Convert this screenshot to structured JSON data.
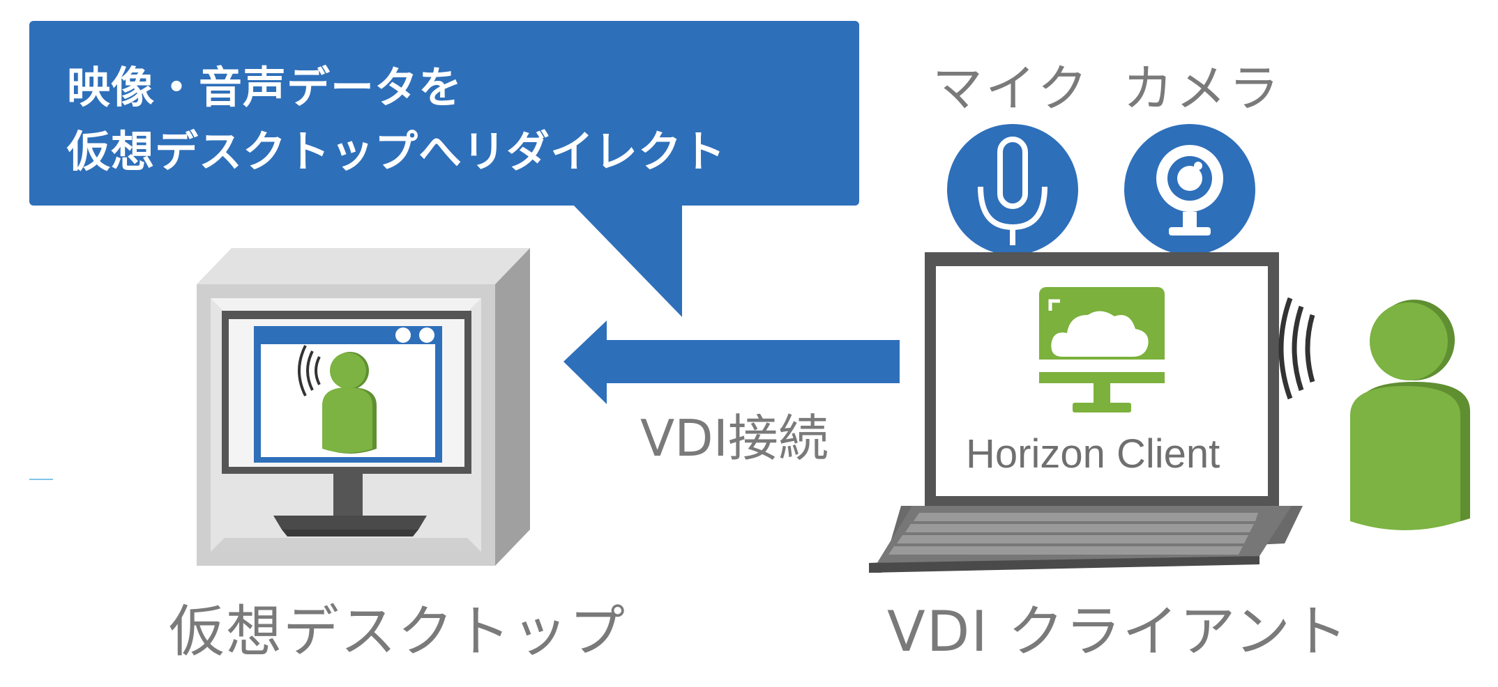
{
  "callout": {
    "line1": "映像・音声データを",
    "line2": "仮想デスクトップへリダイレクト"
  },
  "devices": {
    "mic_label": "マイク",
    "camera_label": "カメラ"
  },
  "connection": {
    "label": "VDI接続"
  },
  "virtual_desktop": {
    "label": "仮想デスクトップ"
  },
  "client": {
    "label": "VDI クライアント",
    "app_name": "Horizon Client"
  },
  "colors": {
    "brand_blue": "#2e6fba",
    "person_green": "#7cb342",
    "horizon_green": "#7bb13c",
    "label_gray": "#7a7a7a"
  },
  "icons": [
    "microphone-icon",
    "webcam-icon",
    "cloud-monitor-icon",
    "person-icon",
    "sound-waves-icon",
    "arrow-left-icon"
  ]
}
